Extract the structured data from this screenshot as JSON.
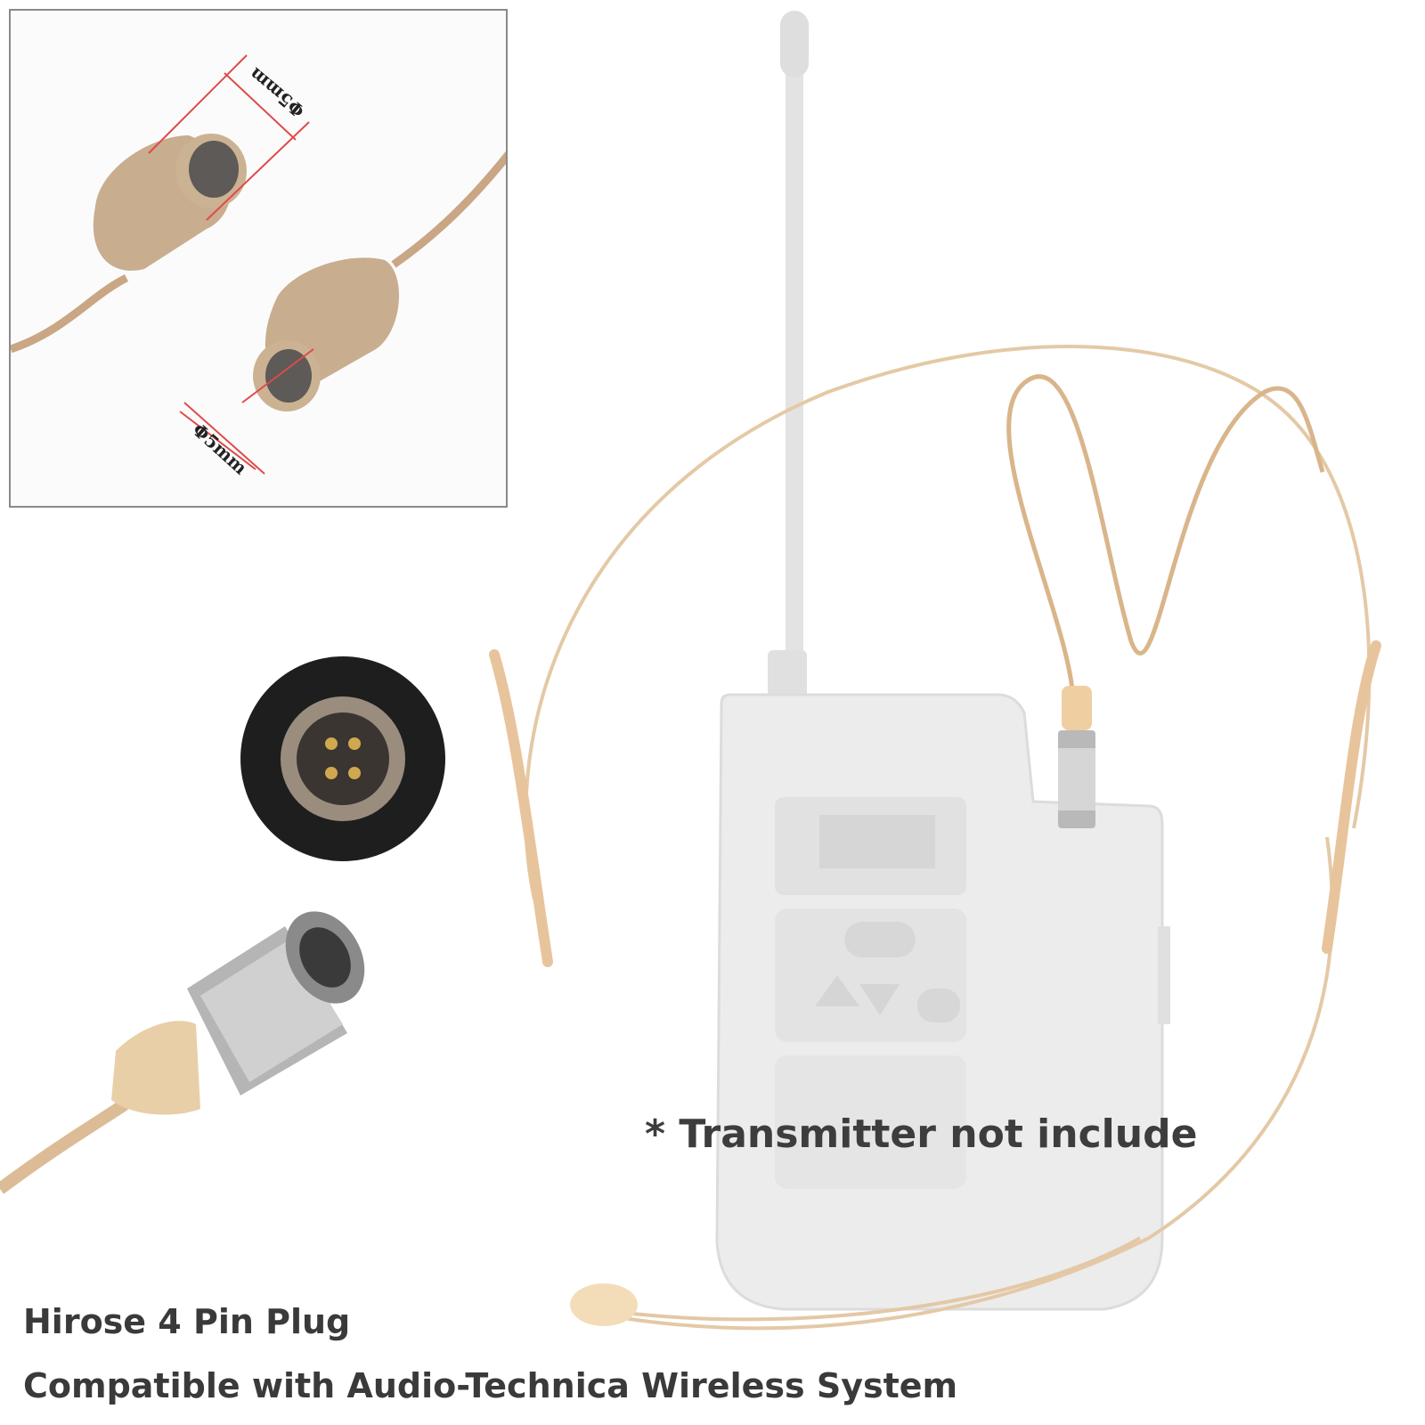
{
  "inset": {
    "dimension_top": "Φ5mm",
    "dimension_bottom": "Φ5mm"
  },
  "notice": "* Transmitter not include",
  "captions": {
    "line1": "Hirose 4 Pin Plug",
    "line2": "Compatible with Audio-Technica Wireless System"
  },
  "colors": {
    "skin_tone": "#e6c39a",
    "cable": "#d9b080",
    "transmitter_grey": "#e6e6e6",
    "caption_text": "#3a3a3a"
  }
}
